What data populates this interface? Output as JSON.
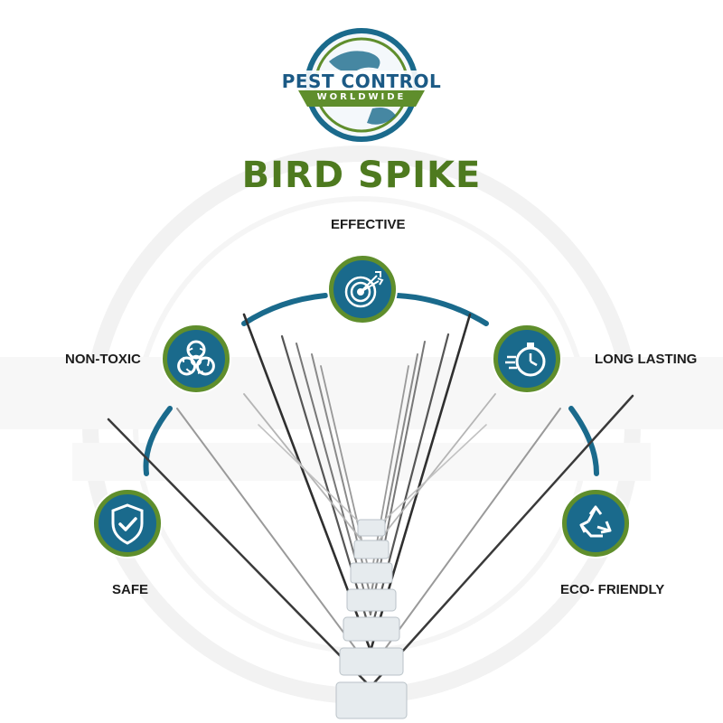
{
  "logo": {
    "line1": "PEST CONTROL",
    "line2": "WORLDWIDE"
  },
  "title": "BIRD SPIKE",
  "features": [
    {
      "label": "EFFECTIVE",
      "icon": "target-arrows-icon"
    },
    {
      "label": "NON-TOXIC",
      "icon": "biohazard-icon"
    },
    {
      "label": "LONG LASTING",
      "icon": "stopwatch-icon"
    },
    {
      "label": "SAFE",
      "icon": "shield-check-icon"
    },
    {
      "label": "ECO- FRIENDLY",
      "icon": "recycle-icon"
    }
  ],
  "colors": {
    "brand_green": "#4e7a1f",
    "badge_blue": "#1a6a8c",
    "badge_ring": "#5f8e2c",
    "arc_blue": "#1a6a8c"
  }
}
